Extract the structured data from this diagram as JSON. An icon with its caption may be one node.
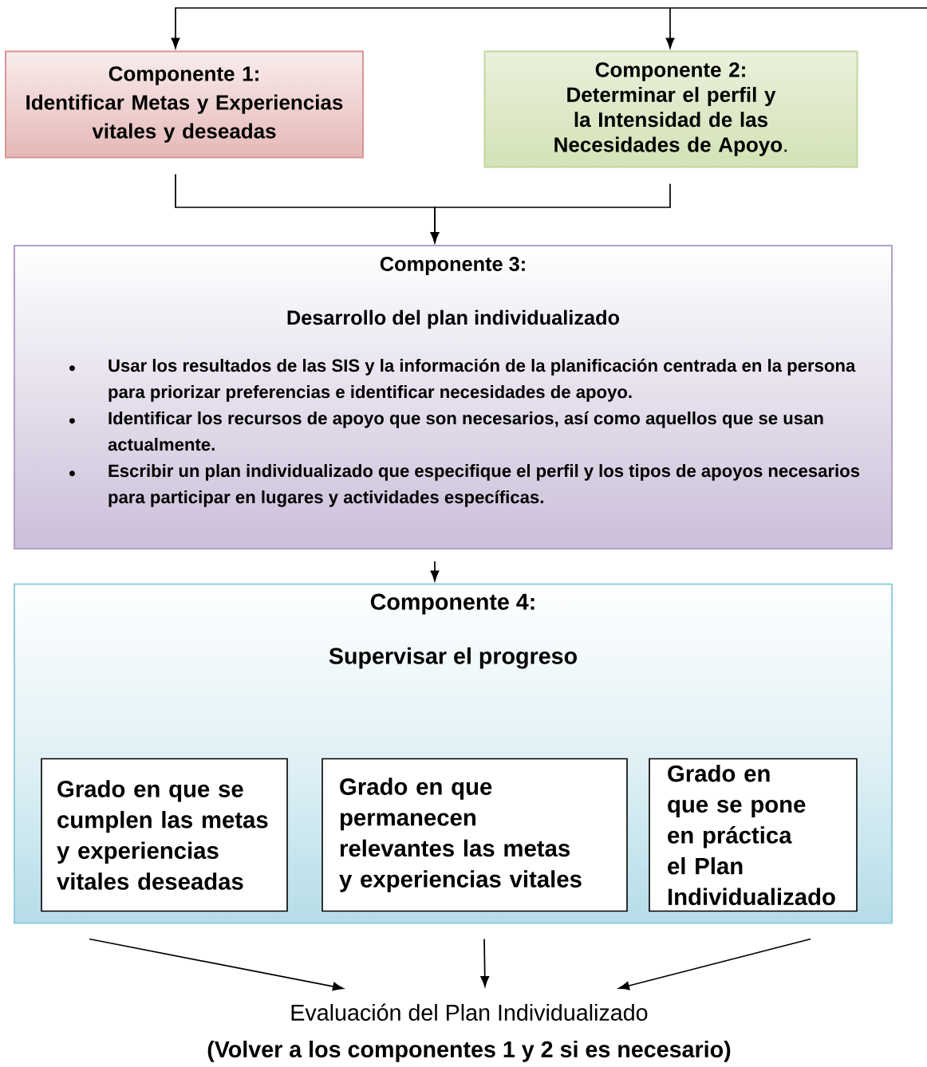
{
  "diagram": {
    "nodes": [
      {
        "text": [
          "Componente 1:",
          "Identificar Metas y Experiencias vitales y deseadas"
        ]
      },
      {
        "text": [
          "Componente 2:",
          "**Determinar el perfil y la Intensidad de las Necesidades de Apoyo**."
        ]
      },
      {
        "text": [
          "Componente 3:",
          "Desarrollo del plan individualizado",
          "Usar los resultados de las SIS y la información de la planificación centrada en la persona para priorizar preferencias e identificar necesidades de apoyo.",
          "Identificar los recursos de apoyo que son necesarios, así como aquellos que se usan actualmente.",
          "Escribir un plan individualizado que especifique el perfil y los tipos de apoyos necesarios para participar en lugares y actividades específicas."
        ]
      },
      {
        "text": [
          "Componente 4:",
          "Supervisar el progreso"
        ]
      },
      {
        "text": [
          "Grado en que se cumplen las metas y experiencias vitales deseadas"
        ],
        "in": 3
      },
      {
        "text": [
          "Grado en que permanecen relevantes las metas y experiencias vitales"
        ],
        "in": 3
      },
      {
        "text": [
          "Grado en que se pone en práctica el Plan Individualizado"
        ],
        "in": 3
      },
      {
        "text": [
          "Evaluación del Plan Individualizado",
          "(Volver a los componentes 1 y 2 si es necesario)"
        ]
      }
    ],
    "edges": [
      {
        "from": null,
        "to": 0,
        "arrow": "to"
      },
      {
        "from": null,
        "to": 1,
        "arrow": "to"
      },
      {
        "from": 0,
        "to": 2,
        "arrow": "to"
      },
      {
        "from": 1,
        "to": 2,
        "arrow": "to"
      },
      {
        "from": 2,
        "to": 3,
        "arrow": "to"
      },
      {
        "from": 3,
        "to": 7,
        "arrow": "to"
      },
      {
        "from": 3,
        "to": 7,
        "arrow": "to"
      },
      {
        "from": 3,
        "to": 7,
        "arrow": "to"
      }
    ]
  }
}
